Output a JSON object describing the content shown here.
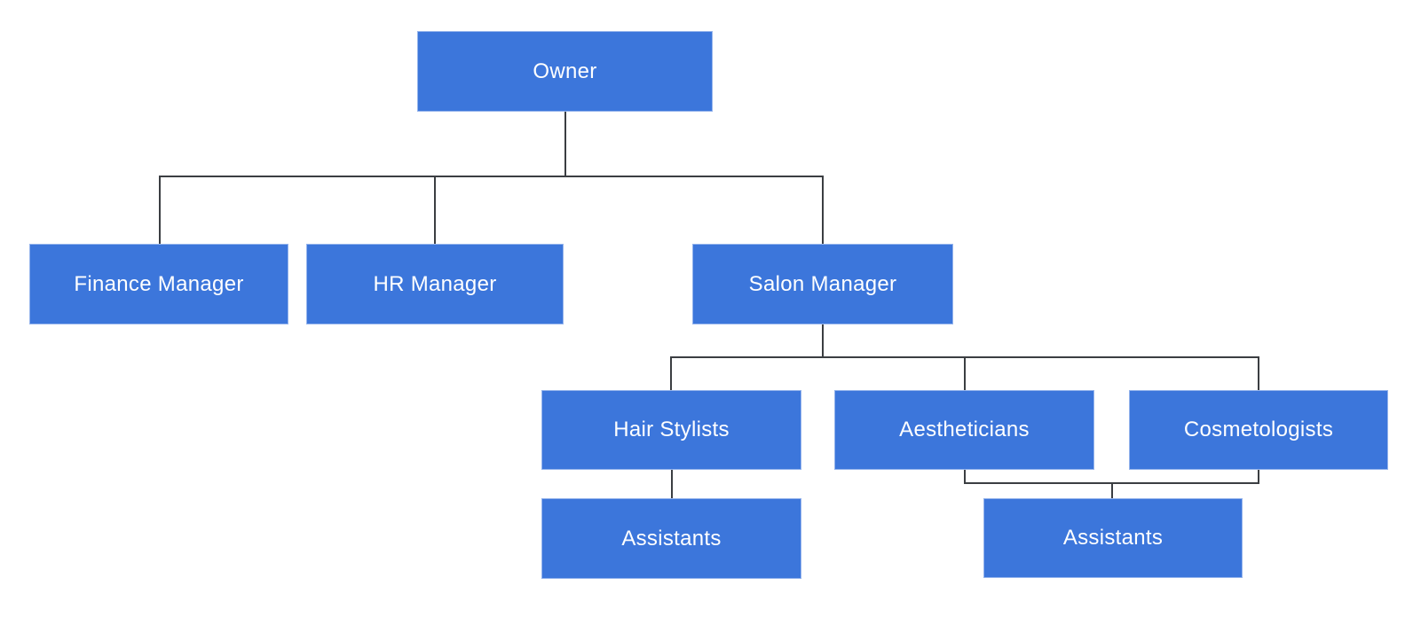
{
  "diagram": {
    "type": "org-chart",
    "nodes": [
      {
        "id": "owner",
        "label": "Owner",
        "parent": null
      },
      {
        "id": "finance-manager",
        "label": "Finance Manager",
        "parent": "owner"
      },
      {
        "id": "hr-manager",
        "label": "HR Manager",
        "parent": "owner"
      },
      {
        "id": "salon-manager",
        "label": "Salon Manager",
        "parent": "owner"
      },
      {
        "id": "hair-stylists",
        "label": "Hair Stylists",
        "parent": "salon-manager"
      },
      {
        "id": "aestheticians",
        "label": "Aestheticians",
        "parent": "salon-manager"
      },
      {
        "id": "cosmetologists",
        "label": "Cosmetologists",
        "parent": "salon-manager"
      },
      {
        "id": "assistants-hair",
        "label": "Assistants",
        "parent": "hair-stylists"
      },
      {
        "id": "assistants-beauty",
        "label": "Assistants",
        "parents": [
          "aestheticians",
          "cosmetologists"
        ]
      }
    ],
    "colors": {
      "node_fill": "#3c76db",
      "node_text": "#ffffff",
      "connector": "#3b3e42",
      "background": "#ffffff"
    }
  }
}
